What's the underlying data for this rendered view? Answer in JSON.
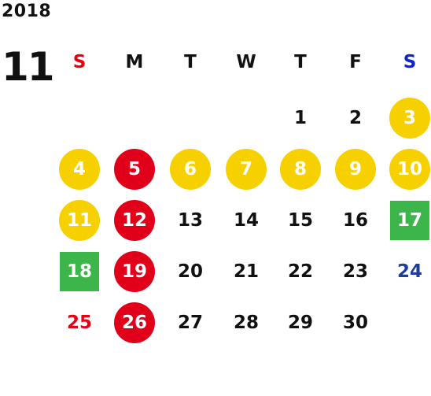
{
  "header": {
    "year": "2018",
    "month": "11"
  },
  "weekdays": [
    {
      "label": "S",
      "color": "#e60012"
    },
    {
      "label": "M",
      "color": "#111111"
    },
    {
      "label": "T",
      "color": "#111111"
    },
    {
      "label": "W",
      "color": "#111111"
    },
    {
      "label": "T",
      "color": "#111111"
    },
    {
      "label": "F",
      "color": "#111111"
    },
    {
      "label": "S",
      "color": "#0b24d6"
    }
  ],
  "colors": {
    "default": "#111111",
    "sunday": "#e60012",
    "saturday": "#1e3d9c",
    "yellow": "#f7d000",
    "red": "#e0001a",
    "green": "#3cb54a"
  },
  "weeks": [
    [
      null,
      null,
      null,
      null,
      {
        "day": "1",
        "style": "none"
      },
      {
        "day": "2",
        "style": "none"
      },
      {
        "day": "3",
        "style": "yellow-circle"
      }
    ],
    [
      {
        "day": "4",
        "style": "yellow-circle"
      },
      {
        "day": "5",
        "style": "red-circle"
      },
      {
        "day": "6",
        "style": "yellow-circle"
      },
      {
        "day": "7",
        "style": "yellow-circle"
      },
      {
        "day": "8",
        "style": "yellow-circle"
      },
      {
        "day": "9",
        "style": "yellow-circle"
      },
      {
        "day": "10",
        "style": "yellow-circle"
      }
    ],
    [
      {
        "day": "11",
        "style": "yellow-circle"
      },
      {
        "day": "12",
        "style": "red-circle"
      },
      {
        "day": "13",
        "style": "none"
      },
      {
        "day": "14",
        "style": "none"
      },
      {
        "day": "15",
        "style": "none"
      },
      {
        "day": "16",
        "style": "none"
      },
      {
        "day": "17",
        "style": "green-square"
      }
    ],
    [
      {
        "day": "18",
        "style": "green-square"
      },
      {
        "day": "19",
        "style": "red-circle"
      },
      {
        "day": "20",
        "style": "none"
      },
      {
        "day": "21",
        "style": "none"
      },
      {
        "day": "22",
        "style": "none"
      },
      {
        "day": "23",
        "style": "none"
      },
      {
        "day": "24",
        "style": "saturday-text"
      }
    ],
    [
      {
        "day": "25",
        "style": "sunday-text"
      },
      {
        "day": "26",
        "style": "red-circle"
      },
      {
        "day": "27",
        "style": "none"
      },
      {
        "day": "28",
        "style": "none"
      },
      {
        "day": "29",
        "style": "none"
      },
      {
        "day": "30",
        "style": "none"
      },
      null
    ]
  ]
}
